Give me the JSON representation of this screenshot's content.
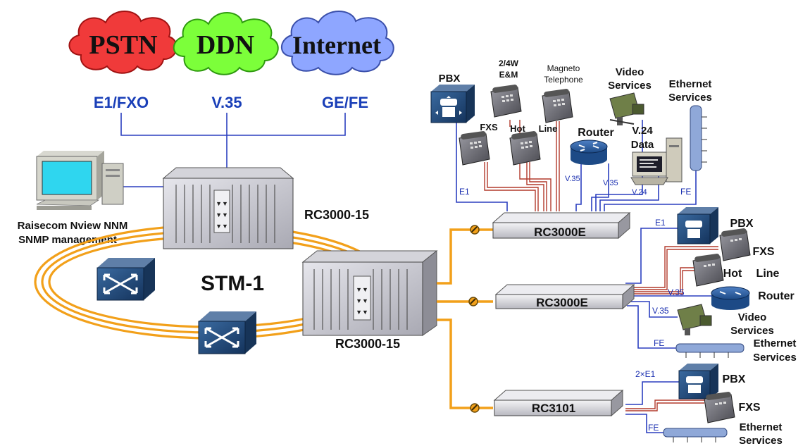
{
  "clouds": {
    "pstn": {
      "label": "PSTN",
      "color": "#f03a3a"
    },
    "ddn": {
      "label": "DDN",
      "color": "#7cff3a"
    },
    "internet": {
      "label": "Internet",
      "color": "#8ea6ff"
    }
  },
  "links": {
    "pstn": "E1/FXO",
    "ddn": "V.35",
    "internet": "GE/FE"
  },
  "management": {
    "line1": "Raisecom Nview NNM",
    "line2": "SNMP management"
  },
  "ring": {
    "label": "STM-1"
  },
  "nodes": {
    "top_rack": "RC3000-15",
    "bottom_rack": "RC3000-15",
    "rc3000e_top": "RC3000E",
    "rc3000e_mid": "RC3000E",
    "rc3101": "RC3101"
  },
  "top_cluster": {
    "pbx": "PBX",
    "em_line1": "2/4W",
    "em_line2": "E&M",
    "magneto_line1": "Magneto",
    "magneto_line2": "Telephone",
    "video_line1": "Video",
    "video_line2": "Services",
    "ethernet_line1": "Ethernet",
    "ethernet_line2": "Services",
    "fxs": "FXS",
    "hotline_line1": "Hot",
    "hotline_line2": "Line",
    "router": "Router",
    "v24_line1": "V.24",
    "v24_line2": "Data",
    "port_e1": "E1",
    "port_v35_a": "V.35",
    "port_v35_b": "V.35",
    "port_v24": "V.24",
    "port_fe": "FE"
  },
  "mid_cluster": {
    "port_e1": "E1",
    "pbx": "PBX",
    "fxs": "FXS",
    "hotline_line1": "Hot",
    "hotline_line2": "Line",
    "port_v35_a": "V.35",
    "router": "Router",
    "port_v35_b": "V.35",
    "video_line1": "Video",
    "video_line2": "Services",
    "port_fe": "FE",
    "ethernet_line1": "Ethernet",
    "ethernet_line2": "Services"
  },
  "bottom_cluster": {
    "port_2e1": "2×E1",
    "pbx": "PBX",
    "fxs": "FXS",
    "port_fe": "FE",
    "ethernet_line1": "Ethernet",
    "ethernet_line2": "Services"
  },
  "icons": [
    "cloud-icon",
    "computer-icon",
    "switch-icon",
    "rack-icon",
    "pbx-icon",
    "phone-icon",
    "router-icon",
    "camera-icon",
    "ethernet-hub-icon",
    "terminal-icon",
    "optical-connector-icon"
  ]
}
